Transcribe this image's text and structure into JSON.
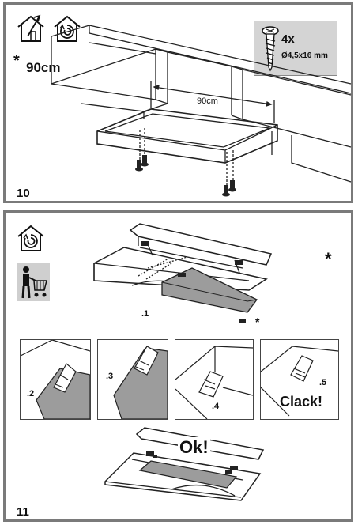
{
  "step10": {
    "number": "10",
    "asterisk": "*",
    "distance": "90cm",
    "dimension": "90cm",
    "screw_box": {
      "quantity": "4x",
      "size": "Ø4,5x16 mm"
    },
    "icons": [
      "house-install-icon",
      "house-extractor-icon"
    ]
  },
  "step11": {
    "number": "11",
    "asterisk": "*",
    "asterisk_small": "*",
    "icons": [
      "house-extractor-icon",
      "person-shopping-cart-icon"
    ],
    "sub_labels": [
      ".1",
      ".2",
      ".3",
      ".4",
      ".5"
    ],
    "clack": "Clack!",
    "ok": "Ok!"
  }
}
